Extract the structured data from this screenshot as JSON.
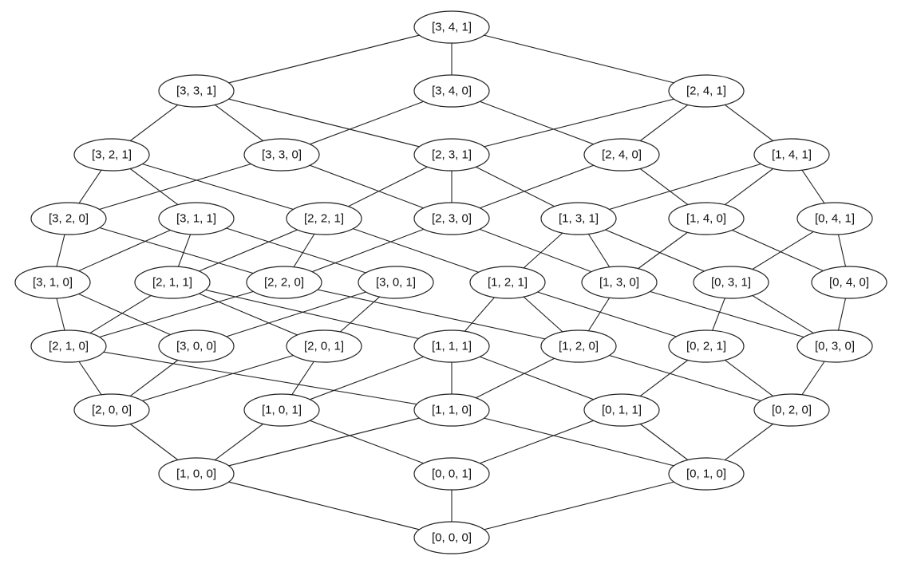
{
  "diagram": {
    "nodes": [
      {
        "id": "341",
        "label": "[3, 4, 1]"
      },
      {
        "id": "331",
        "label": "[3, 3, 1]"
      },
      {
        "id": "340",
        "label": "[3, 4, 0]"
      },
      {
        "id": "241",
        "label": "[2, 4, 1]"
      },
      {
        "id": "321",
        "label": "[3, 2, 1]"
      },
      {
        "id": "330",
        "label": "[3, 3, 0]"
      },
      {
        "id": "231",
        "label": "[2, 3, 1]"
      },
      {
        "id": "240",
        "label": "[2, 4, 0]"
      },
      {
        "id": "141",
        "label": "[1, 4, 1]"
      },
      {
        "id": "320",
        "label": "[3, 2, 0]"
      },
      {
        "id": "311",
        "label": "[3, 1, 1]"
      },
      {
        "id": "221",
        "label": "[2, 2, 1]"
      },
      {
        "id": "230",
        "label": "[2, 3, 0]"
      },
      {
        "id": "131",
        "label": "[1, 3, 1]"
      },
      {
        "id": "140",
        "label": "[1, 4, 0]"
      },
      {
        "id": "041",
        "label": "[0, 4, 1]"
      },
      {
        "id": "310",
        "label": "[3, 1, 0]"
      },
      {
        "id": "211",
        "label": "[2, 1, 1]"
      },
      {
        "id": "220",
        "label": "[2, 2, 0]"
      },
      {
        "id": "301",
        "label": "[3, 0, 1]"
      },
      {
        "id": "121",
        "label": "[1, 2, 1]"
      },
      {
        "id": "130",
        "label": "[1, 3, 0]"
      },
      {
        "id": "031",
        "label": "[0, 3, 1]"
      },
      {
        "id": "040",
        "label": "[0, 4, 0]"
      },
      {
        "id": "210",
        "label": "[2, 1, 0]"
      },
      {
        "id": "300",
        "label": "[3, 0, 0]"
      },
      {
        "id": "201",
        "label": "[2, 0, 1]"
      },
      {
        "id": "111",
        "label": "[1, 1, 1]"
      },
      {
        "id": "120",
        "label": "[1, 2, 0]"
      },
      {
        "id": "021",
        "label": "[0, 2, 1]"
      },
      {
        "id": "030",
        "label": "[0, 3, 0]"
      },
      {
        "id": "200",
        "label": "[2, 0, 0]"
      },
      {
        "id": "101",
        "label": "[1, 0, 1]"
      },
      {
        "id": "110",
        "label": "[1, 1, 0]"
      },
      {
        "id": "011",
        "label": "[0, 1, 1]"
      },
      {
        "id": "020",
        "label": "[0, 2, 0]"
      },
      {
        "id": "100",
        "label": "[1, 0, 0]"
      },
      {
        "id": "001",
        "label": "[0, 0, 1]"
      },
      {
        "id": "010",
        "label": "[0, 1, 0]"
      },
      {
        "id": "000",
        "label": "[0, 0, 0]"
      }
    ],
    "edges": [
      [
        "341",
        "331"
      ],
      [
        "341",
        "340"
      ],
      [
        "341",
        "241"
      ],
      [
        "331",
        "321"
      ],
      [
        "331",
        "330"
      ],
      [
        "331",
        "231"
      ],
      [
        "340",
        "330"
      ],
      [
        "340",
        "240"
      ],
      [
        "241",
        "231"
      ],
      [
        "241",
        "240"
      ],
      [
        "241",
        "141"
      ],
      [
        "321",
        "320"
      ],
      [
        "321",
        "311"
      ],
      [
        "321",
        "221"
      ],
      [
        "330",
        "320"
      ],
      [
        "330",
        "230"
      ],
      [
        "231",
        "221"
      ],
      [
        "231",
        "230"
      ],
      [
        "231",
        "131"
      ],
      [
        "240",
        "230"
      ],
      [
        "240",
        "140"
      ],
      [
        "141",
        "131"
      ],
      [
        "141",
        "140"
      ],
      [
        "141",
        "041"
      ],
      [
        "320",
        "310"
      ],
      [
        "320",
        "220"
      ],
      [
        "311",
        "310"
      ],
      [
        "311",
        "211"
      ],
      [
        "311",
        "301"
      ],
      [
        "221",
        "211"
      ],
      [
        "221",
        "220"
      ],
      [
        "221",
        "121"
      ],
      [
        "230",
        "220"
      ],
      [
        "230",
        "130"
      ],
      [
        "131",
        "121"
      ],
      [
        "131",
        "130"
      ],
      [
        "131",
        "031"
      ],
      [
        "140",
        "130"
      ],
      [
        "140",
        "040"
      ],
      [
        "041",
        "031"
      ],
      [
        "041",
        "040"
      ],
      [
        "310",
        "210"
      ],
      [
        "310",
        "300"
      ],
      [
        "211",
        "210"
      ],
      [
        "211",
        "201"
      ],
      [
        "211",
        "111"
      ],
      [
        "220",
        "210"
      ],
      [
        "220",
        "120"
      ],
      [
        "301",
        "300"
      ],
      [
        "301",
        "201"
      ],
      [
        "121",
        "111"
      ],
      [
        "121",
        "120"
      ],
      [
        "121",
        "021"
      ],
      [
        "130",
        "120"
      ],
      [
        "130",
        "030"
      ],
      [
        "031",
        "021"
      ],
      [
        "031",
        "030"
      ],
      [
        "040",
        "030"
      ],
      [
        "210",
        "200"
      ],
      [
        "210",
        "110"
      ],
      [
        "300",
        "200"
      ],
      [
        "201",
        "200"
      ],
      [
        "201",
        "101"
      ],
      [
        "111",
        "101"
      ],
      [
        "111",
        "110"
      ],
      [
        "111",
        "011"
      ],
      [
        "120",
        "110"
      ],
      [
        "120",
        "020"
      ],
      [
        "021",
        "011"
      ],
      [
        "021",
        "020"
      ],
      [
        "030",
        "020"
      ],
      [
        "200",
        "100"
      ],
      [
        "101",
        "100"
      ],
      [
        "101",
        "001"
      ],
      [
        "110",
        "100"
      ],
      [
        "110",
        "010"
      ],
      [
        "011",
        "001"
      ],
      [
        "011",
        "010"
      ],
      [
        "020",
        "010"
      ],
      [
        "100",
        "000"
      ],
      [
        "001",
        "000"
      ],
      [
        "010",
        "000"
      ]
    ]
  }
}
